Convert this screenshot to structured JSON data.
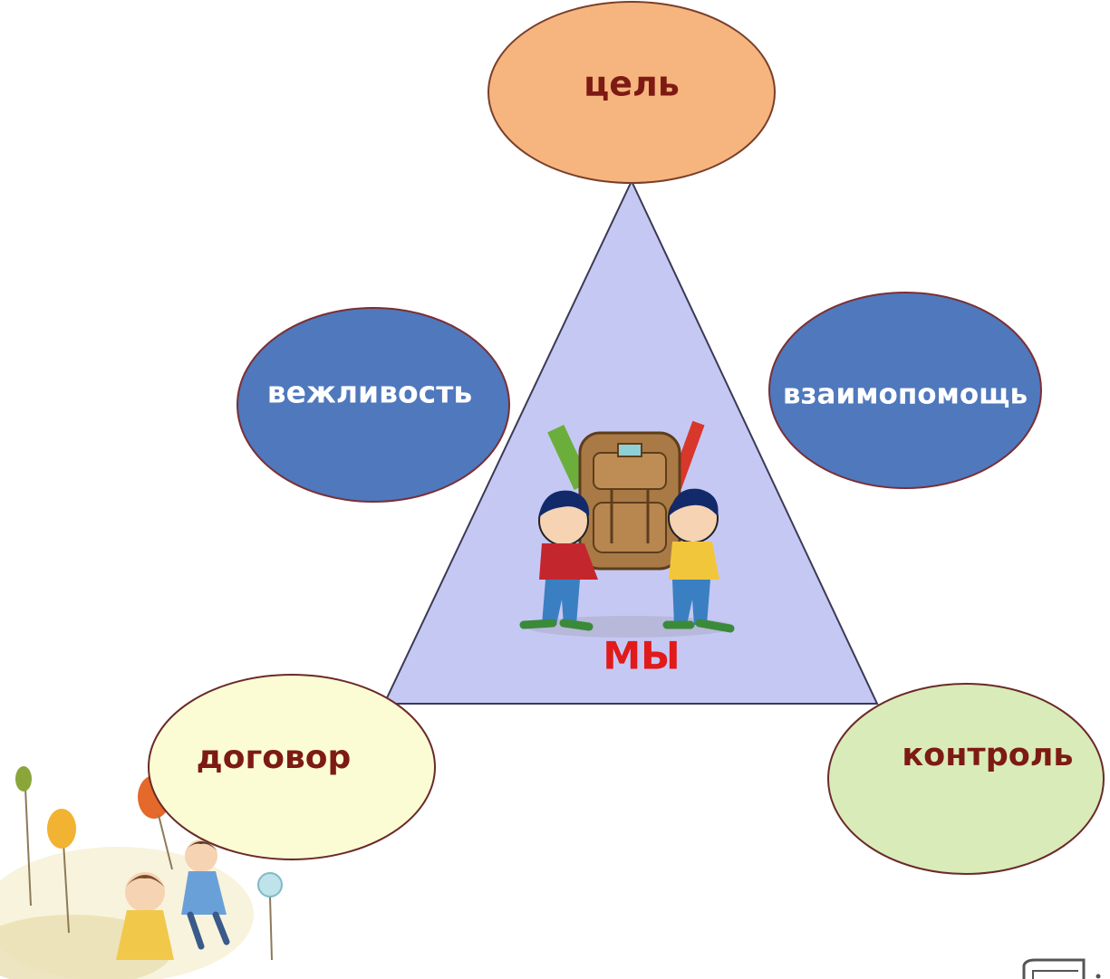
{
  "diagram": {
    "center_label": "МЫ",
    "nodes": {
      "top": "цель",
      "left": "вежливость",
      "right": "взаимопомощь",
      "bottom_left": "договор",
      "bottom_right": "контроль"
    }
  },
  "colors": {
    "triangle_fill": "#c6c8f4",
    "top_fill": "#f6b57f",
    "blue_fill": "#4f78bd",
    "bottom_left_fill": "#fbfcd4",
    "bottom_right_fill": "#d9ebb8",
    "dark_text": "#7d1a14",
    "white_text": "#ffffff",
    "center_text": "#e11a1a",
    "outline": "#6b2a2a"
  },
  "icons": {
    "center_illustration": "two-kids-with-backpack-illustration",
    "corner_illustration": "kids-with-balloons-illustration",
    "corner_mark": "page-corner-icon"
  }
}
